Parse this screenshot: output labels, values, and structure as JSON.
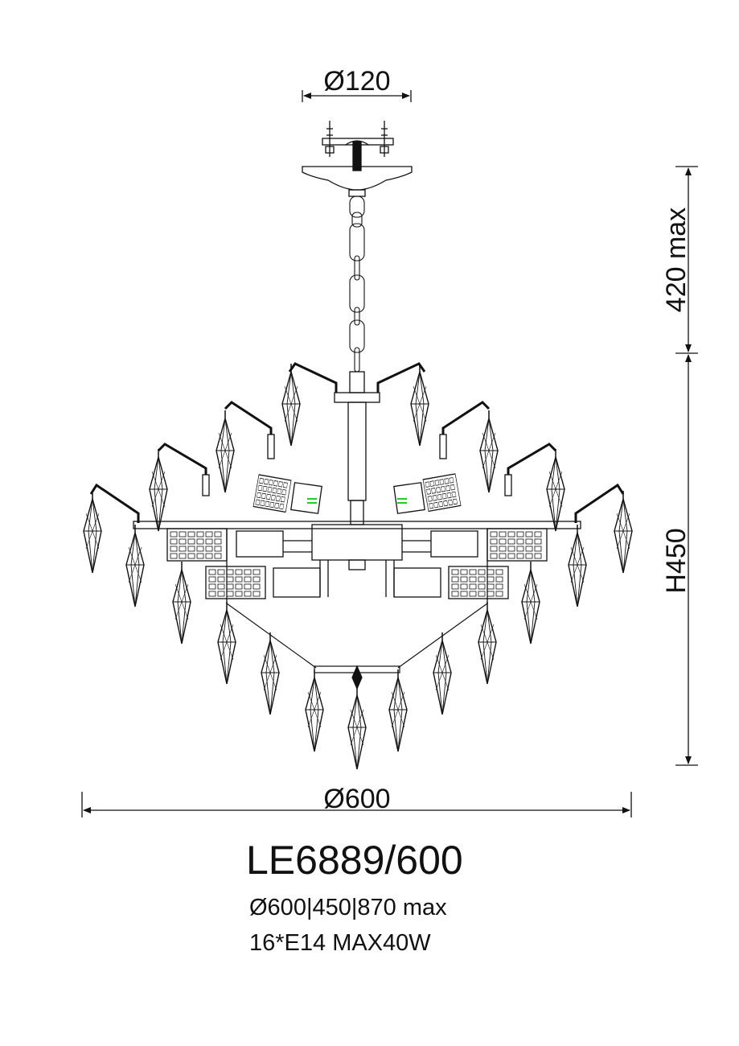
{
  "dimensions": {
    "canopy_diameter": "Ø120",
    "chain_length": "420 max",
    "body_height": "H450",
    "body_diameter": "Ø600"
  },
  "product": {
    "model": "LE6889/600",
    "size_spec": "Ø600|450|870 max",
    "bulb_spec": "16*E14 MAX40W"
  },
  "colors": {
    "line": "#111111",
    "accent": "#22cc22"
  }
}
